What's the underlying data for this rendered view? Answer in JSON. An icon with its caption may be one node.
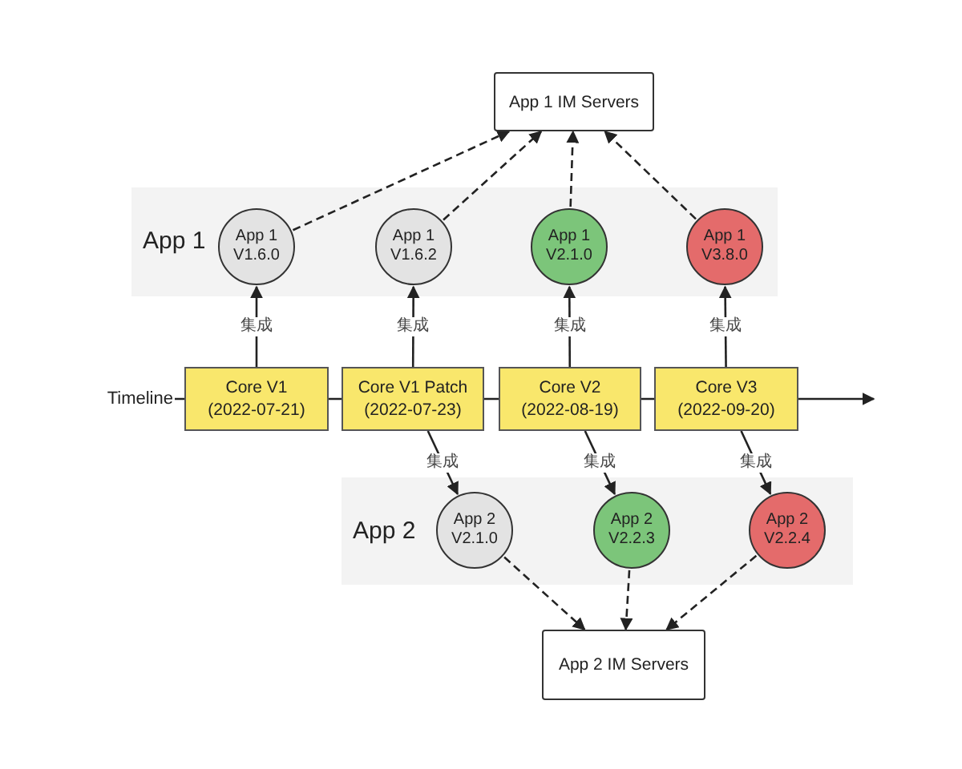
{
  "diagram": {
    "nodes": [
      {
        "text": [
          "App 1 IM Servers"
        ]
      },
      {
        "text": [
          "App 1"
        ]
      },
      {
        "text": [
          "App 1 V1.6.0"
        ],
        "in": 1
      },
      {
        "text": [
          "App 1 V1.6.2"
        ],
        "in": 1
      },
      {
        "text": [
          "App 1 V2.1.0"
        ],
        "in": 1
      },
      {
        "text": [
          "App 1 V3.8.0"
        ],
        "in": 1
      },
      {
        "text": [
          "Timeline"
        ]
      },
      {
        "text": [
          "Core V1",
          "(2022-07-21)"
        ]
      },
      {
        "text": [
          "Core V1 Patch",
          "(2022-07-23)"
        ]
      },
      {
        "text": [
          "Core V2",
          "(2022-08-19)"
        ]
      },
      {
        "text": [
          "Core V3",
          "(2022-09-20)"
        ]
      },
      {
        "text": [
          "App 2"
        ]
      },
      {
        "text": [
          "App 2 V2.1.0"
        ],
        "in": 11
      },
      {
        "text": [
          "App 2 V2.2.3"
        ],
        "in": 11
      },
      {
        "text": [
          "App 2 V2.2.4"
        ],
        "in": 11
      },
      {
        "text": [
          "App 2 IM Servers"
        ]
      }
    ],
    "edges": [
      {
        "from": 2,
        "to": 0,
        "arrow": "to",
        "style": "dashed"
      },
      {
        "from": 3,
        "to": 0,
        "arrow": "to",
        "style": "dashed"
      },
      {
        "from": 4,
        "to": 0,
        "arrow": "to",
        "style": "dashed"
      },
      {
        "from": 5,
        "to": 0,
        "arrow": "to",
        "style": "dashed"
      },
      {
        "from": 7,
        "to": 2,
        "arrow": "to",
        "label": "集成"
      },
      {
        "from": 8,
        "to": 3,
        "arrow": "to",
        "label": "集成"
      },
      {
        "from": 9,
        "to": 4,
        "arrow": "to",
        "label": "集成"
      },
      {
        "from": 10,
        "to": 5,
        "arrow": "to",
        "label": "集成"
      },
      {
        "from": 6,
        "to": null,
        "arrow": "to"
      },
      {
        "from": 8,
        "to": 12,
        "arrow": "to",
        "label": "集成"
      },
      {
        "from": 9,
        "to": 13,
        "arrow": "to",
        "label": "集成"
      },
      {
        "from": 10,
        "to": 14,
        "arrow": "to",
        "label": "集成"
      },
      {
        "from": 12,
        "to": 15,
        "arrow": "to",
        "style": "dashed"
      },
      {
        "from": 13,
        "to": 15,
        "arrow": "to",
        "style": "dashed"
      },
      {
        "from": 14,
        "to": 15,
        "arrow": "to",
        "style": "dashed"
      }
    ]
  }
}
